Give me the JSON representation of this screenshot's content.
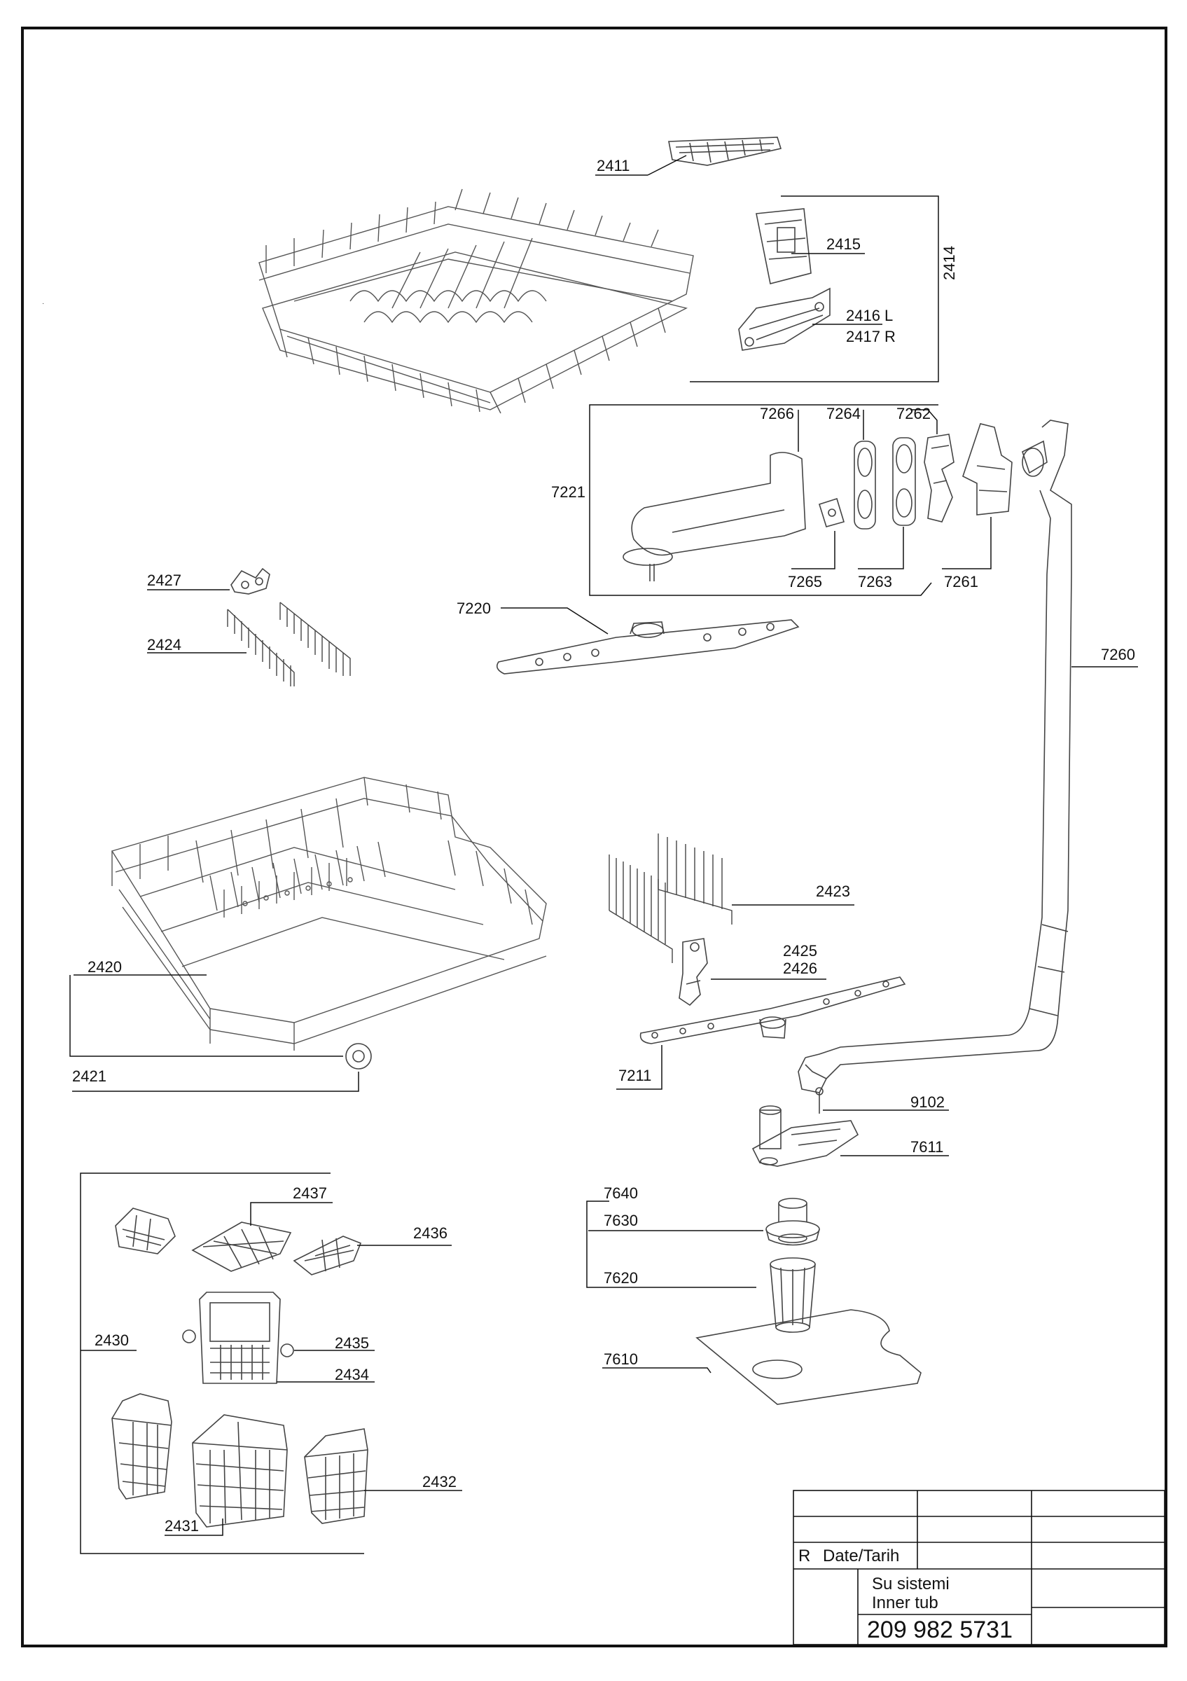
{
  "labels": {
    "p2411": "2411",
    "p2414": "2414",
    "p2415": "2415",
    "p2416": "2416 L",
    "p2417": "2417 R",
    "p7221": "7221",
    "p7266": "7266",
    "p7264": "7264",
    "p7262": "7262",
    "p7265": "7265",
    "p7263": "7263",
    "p7261": "7261",
    "p7220": "7220",
    "p7260": "7260",
    "p2427": "2427",
    "p2424": "2424",
    "p2423": "2423",
    "p2425": "2425",
    "p2426": "2426",
    "p2420": "2420",
    "p2421": "2421",
    "p7211": "7211",
    "p9102": "9102",
    "p7611": "7611",
    "p7640": "7640",
    "p7630": "7630",
    "p7620": "7620",
    "p7610": "7610",
    "p2437": "2437",
    "p2436": "2436",
    "p2430": "2430",
    "p2435": "2435",
    "p2434": "2434",
    "p2432": "2432",
    "p2431": "2431"
  },
  "title_block": {
    "rev_label": "R",
    "date_label": "Date/Tarih",
    "title_tr": "Su sistemi",
    "title_en": "Inner tub",
    "part_number": "209 982 5731"
  }
}
